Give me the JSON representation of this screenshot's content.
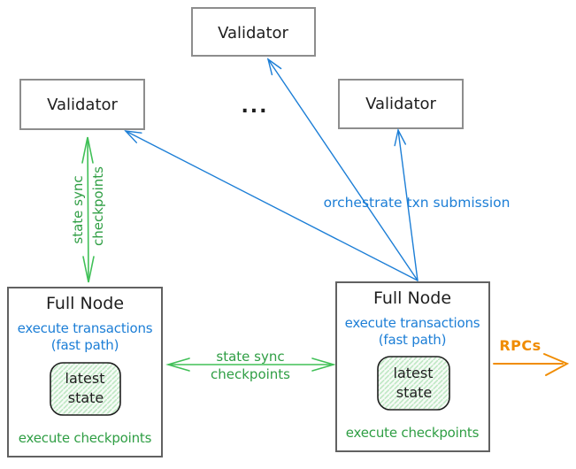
{
  "validators": {
    "top": "Validator",
    "left": "Validator",
    "right": "Validator",
    "ellipsis": "..."
  },
  "fullnode_left": {
    "title": "Full Node",
    "exec_transactions": "execute transactions",
    "fast_path": "(fast path)",
    "latest": "latest",
    "state": "state",
    "exec_checkpoints": "execute checkpoints"
  },
  "fullnode_right": {
    "title": "Full Node",
    "exec_transactions": "execute transactions",
    "fast_path": "(fast path)",
    "latest": "latest",
    "state": "state",
    "exec_checkpoints": "execute checkpoints"
  },
  "edges": {
    "state_sync_left": {
      "line1": "state sync",
      "line2": "checkpoints"
    },
    "state_sync_middle": {
      "line1": "state sync",
      "line2": "checkpoints"
    },
    "orchestrate": "orchestrate txn submission",
    "rpcs": "RPCs"
  },
  "colors": {
    "blue": "#1c7ed6",
    "green_text": "#2f9e44",
    "green_arrow": "#40c057",
    "orange": "#f08c00",
    "black": "#1e1e1e",
    "box_border_validator": "#8d8d8d",
    "box_border_fullnode": "#616161",
    "state_fill_hatch": "#bfe8c4"
  }
}
